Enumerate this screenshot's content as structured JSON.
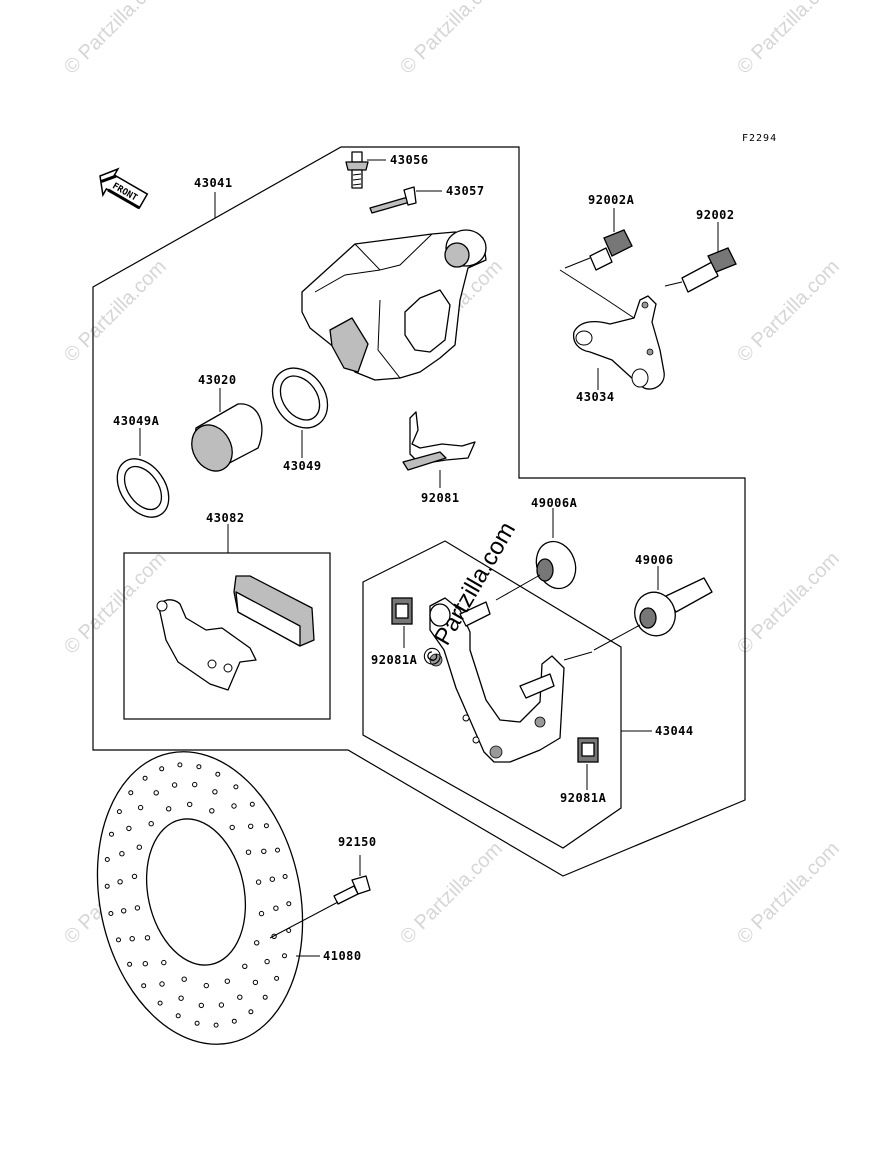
{
  "figure_ref": "F2294",
  "direction_label": "FRONT",
  "watermark": "© Partzilla.com",
  "center_watermark": "© Partzilla.com",
  "parts": {
    "caliper_assembly": "43041",
    "bleeder_valve": "43056",
    "bleeder_cap": "43057",
    "bolt_a": "92002A",
    "bolt": "92002",
    "caliper_bracket": "43034",
    "piston": "43020",
    "piston_seal_a": "43049A",
    "piston_seal": "43049",
    "pad_spring": "92081",
    "brake_pads": "43082",
    "sleeve_boot_a": "49006A",
    "sleeve_boot": "49006",
    "clip_left": "92081A",
    "clip_right": "92081A",
    "holder_assembly": "43044",
    "disc_screw": "92150",
    "brake_disc": "41080"
  }
}
